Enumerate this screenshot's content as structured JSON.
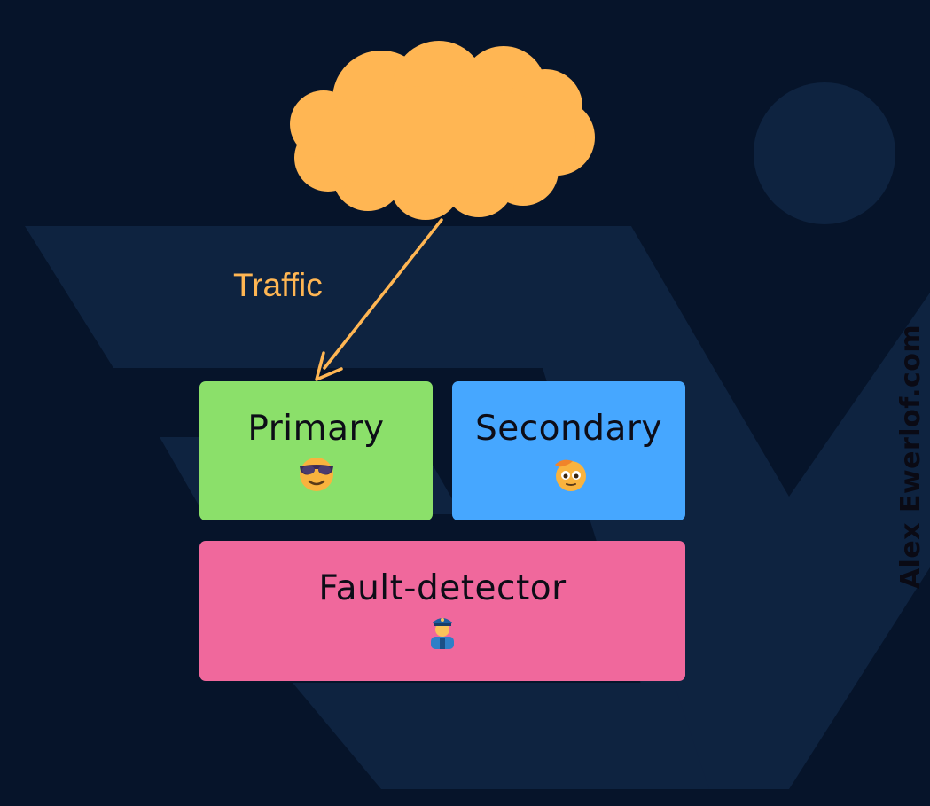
{
  "diagram": {
    "traffic_label": "Traffic",
    "watermark": "Alex Ewerlof.com",
    "nodes": {
      "primary": {
        "title": "Primary",
        "icon": "sunglasses-face-icon",
        "color": "#8be06a"
      },
      "secondary": {
        "title": "Secondary",
        "icon": "saluting-face-icon",
        "color": "#46a7ff"
      },
      "fault_detector": {
        "title": "Fault-detector",
        "icon": "police-officer-icon",
        "color": "#f0689c"
      }
    },
    "colors": {
      "background": "#06142a",
      "background_shapes": "#0e2340",
      "cloud": "#ffb653",
      "arrow": "#ffb653",
      "text": "#0d0d17",
      "watermark": "#0a0a14"
    }
  }
}
